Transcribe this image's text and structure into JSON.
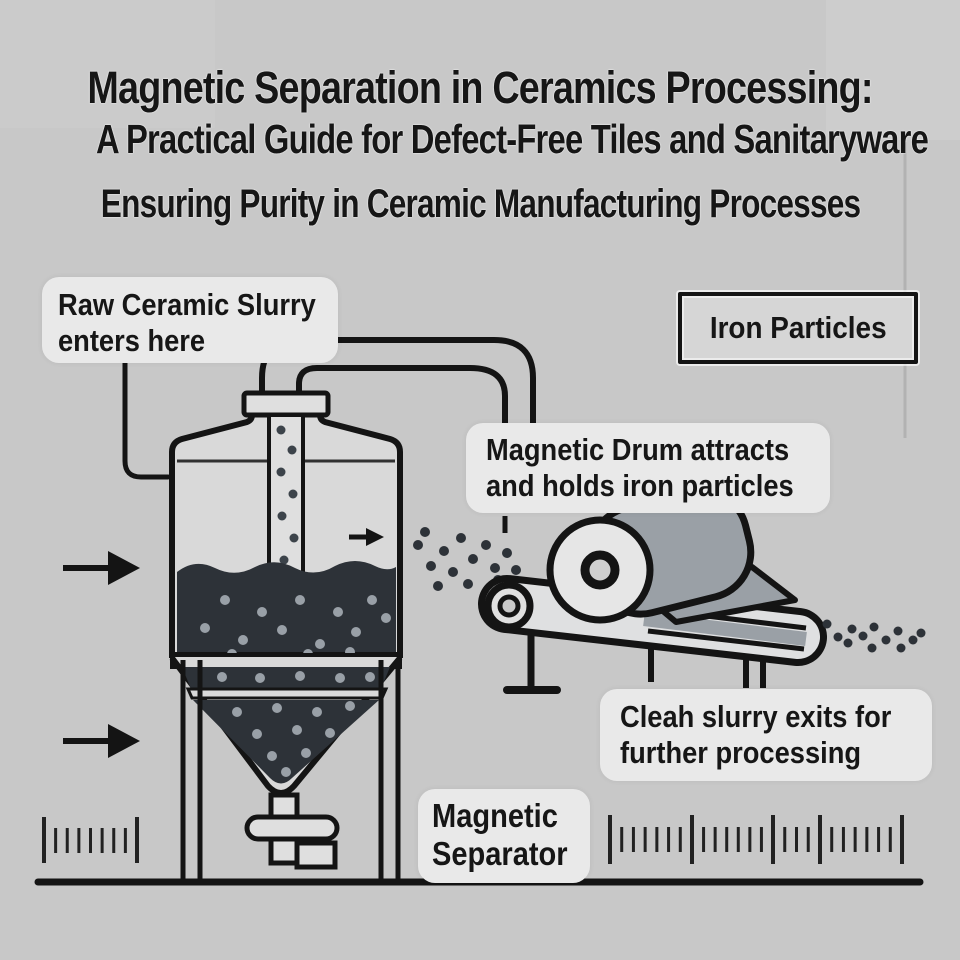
{
  "title": {
    "line1": "Magnetic Separation in Ceramics Processing:",
    "line2": "A Practical Guide for Defect-Free Tiles and Sanitaryware",
    "line3": "Ensuring Purity in Ceramic Manufacturing Processes"
  },
  "labels": {
    "raw_slurry": {
      "line1": "Raw Ceramic Slurry",
      "line2": "enters here"
    },
    "iron_particles": {
      "text": "Iron Particles"
    },
    "magnetic_drum": {
      "line1": "Magnetic Drum attracts",
      "line2": "and holds iron particles"
    },
    "clean_exit": {
      "line1": "Cleah slurry exits for",
      "line2": "further processing"
    },
    "separator": {
      "line1": "Magnetic",
      "line2": "Separator"
    }
  },
  "icons": {
    "flow_arrow": "right-arrow →",
    "particle_dot": "dot •",
    "ruler": "scale ticks |"
  },
  "colors": {
    "background": "#c8c8c8",
    "label_box": "#e9e9e9",
    "outline": "#141414",
    "slurry_dark": "#2d3238",
    "machine_gray": "#9aa0a6",
    "belt_light": "#dfe0e1",
    "tank_interior": "#d9d9d9",
    "text": "#161616"
  }
}
